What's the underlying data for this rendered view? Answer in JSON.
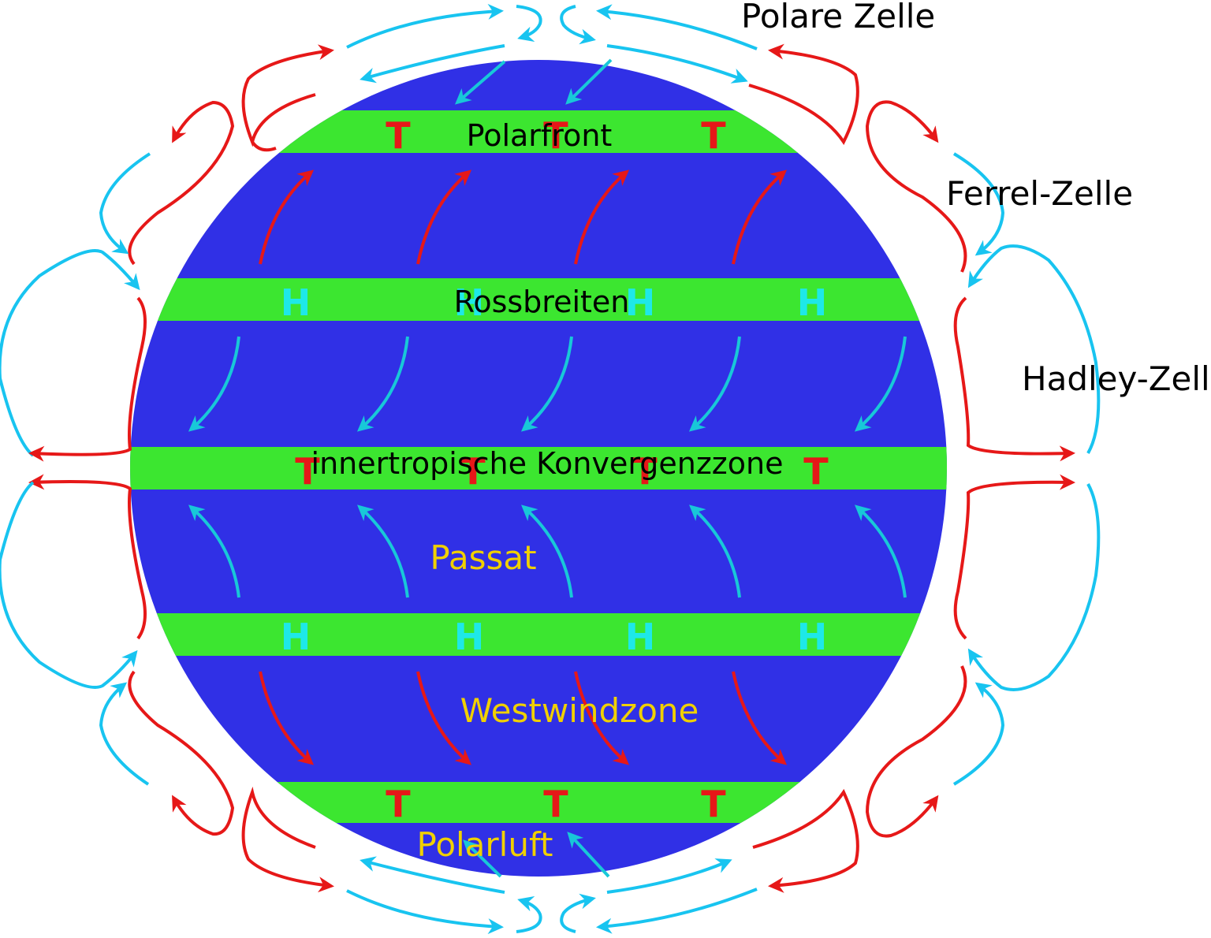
{
  "colors": {
    "earth": "#3030e6",
    "band": "#3ce630",
    "warm": "#e61818",
    "cold": "#18c4f0",
    "surface_wind": "#18c8d8",
    "low_marker": "#e61818",
    "high_marker": "#1ee8e8",
    "gold_text": "#f0d000",
    "label_text": "#000000"
  },
  "cells": {
    "polar": "Polare Zelle",
    "ferrel": "Ferrel-Zelle",
    "hadley": "Hadley-Zelle"
  },
  "bands": {
    "polarfront": "Polarfront",
    "rossbreiten": "Rossbreiten",
    "itcz": "innertropische Konvergenzzone"
  },
  "zones": {
    "passat": "Passat",
    "westwind": "Westwindzone",
    "polarluft": "Polarluft"
  },
  "markers": {
    "low": "T",
    "high": "H"
  },
  "icons": {
    "warm_arrow": "red-curved-arrow-icon",
    "cold_arrow": "blue-curved-arrow-icon"
  }
}
